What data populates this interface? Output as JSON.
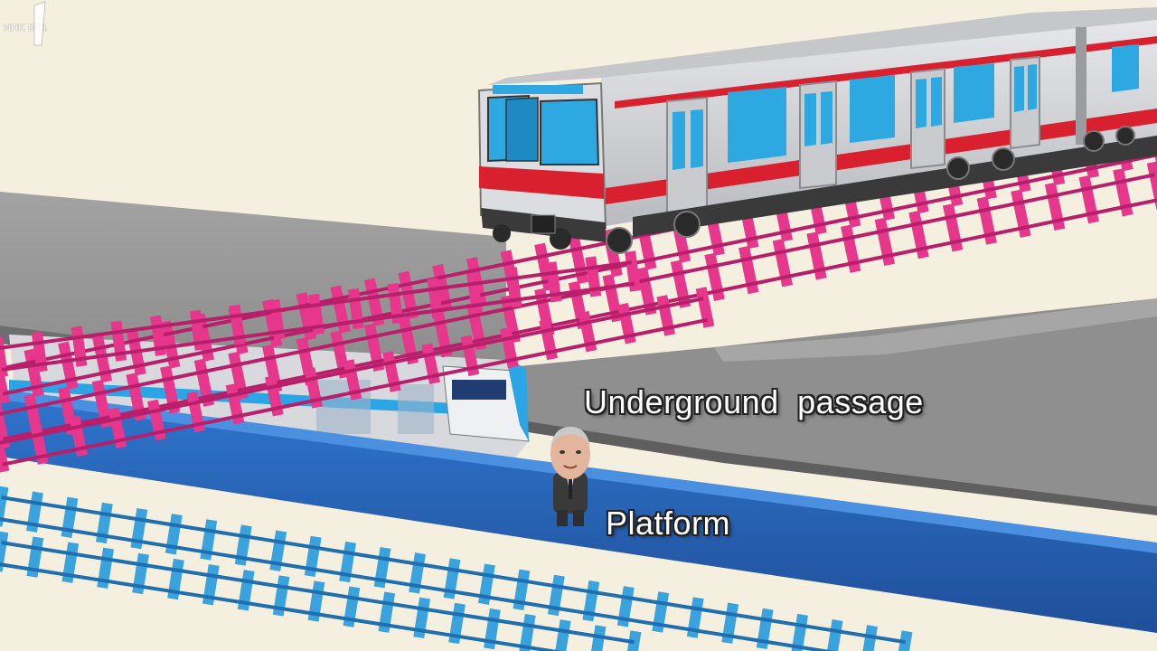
{
  "labels": {
    "underground_passage": "Underground passage",
    "platform": "Platform"
  },
  "broadcaster": {
    "logo_icon": "broadcaster-logo-icon",
    "logo_text": "NHK BS1"
  },
  "colors": {
    "background": "#f5efdf",
    "upper_track": "#e6378c",
    "upper_track_dark": "#b81f6b",
    "lower_track": "#3aa2dc",
    "platform_blue": "#2c6dc4",
    "concrete": "#8e8e8e",
    "train_body": "#d2d3d6",
    "train_stripe": "#d8202e",
    "train_window": "#2ea8e0",
    "subway_stripe": "#2aa6e6"
  },
  "elements": {
    "upper_train_icon": "red-striped-train-icon",
    "lower_train_icon": "blue-striped-subway-train-icon",
    "person_icon": "man-in-suit-icon"
  }
}
